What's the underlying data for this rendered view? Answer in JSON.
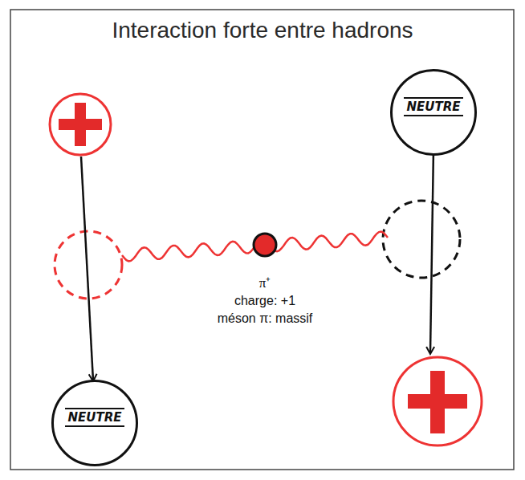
{
  "diagram": {
    "title": "Interaction forte entre hadrons",
    "nodes": [
      {
        "text": [
          "NEUTRE"
        ]
      },
      {
        "text": [
          "NEUTRE"
        ]
      }
    ],
    "labels": [
      "π⁺",
      "charge: +1",
      "méson π: massif"
    ]
  }
}
